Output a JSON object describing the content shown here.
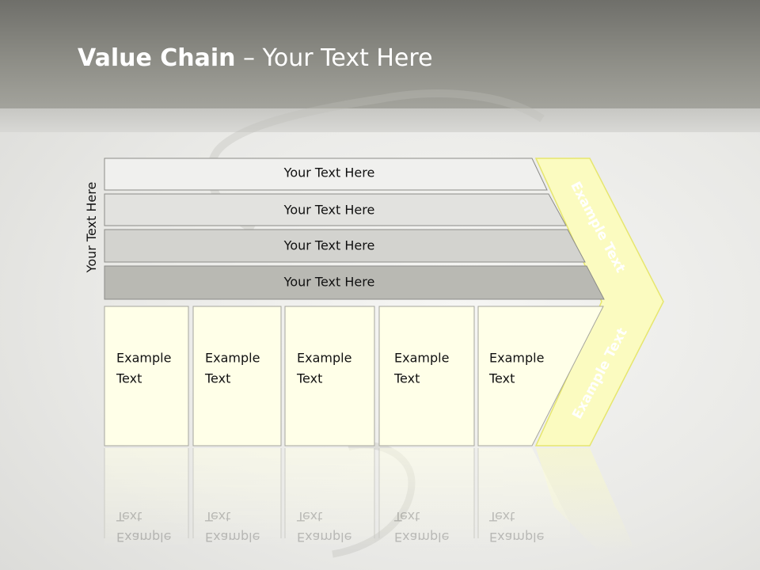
{
  "title": {
    "bold": "Value Chain",
    "rest": " – Your Text Here"
  },
  "side_label": "Your Text Here",
  "support_rows": [
    {
      "label": "Your Text Here"
    },
    {
      "label": "Your Text Here"
    },
    {
      "label": "Your Text Here"
    },
    {
      "label": "Your Text Here"
    }
  ],
  "primary_activities": [
    {
      "line1": "Example",
      "line2": "Text"
    },
    {
      "line1": "Example",
      "line2": "Text"
    },
    {
      "line1": "Example",
      "line2": "Text"
    },
    {
      "line1": "Example",
      "line2": "Text"
    },
    {
      "line1": "Example",
      "line2": "Text"
    }
  ],
  "arrow": {
    "upper_text": "Example Text",
    "lower_text": "Example Text"
  },
  "colors": {
    "header": "#8d8d86",
    "box_fill": "#ffffe8",
    "arrow_fill": "#fbfbc0",
    "arrow_stroke": "#e6e66e"
  }
}
